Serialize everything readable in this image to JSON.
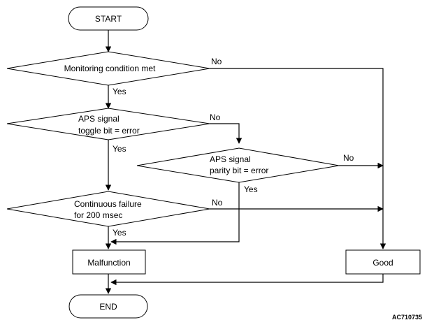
{
  "nodes": {
    "start": "START",
    "monitoring": "Monitoring condition met",
    "toggle_line1": "APS signal",
    "toggle_line2": "toggle bit = error",
    "parity_line1": "APS signal",
    "parity_line2": "parity bit = error",
    "continuous_line1": "Continuous failure",
    "continuous_line2": "for 200 msec",
    "malfunction": "Malfunction",
    "good": "Good",
    "end": "END"
  },
  "labels": {
    "monitoring_no": "No",
    "monitoring_yes": "Yes",
    "toggle_no": "No",
    "toggle_yes": "Yes",
    "parity_no": "No",
    "parity_yes": "Yes",
    "continuous_no": "No",
    "continuous_yes": "Yes"
  },
  "figure_code": "AC710735"
}
